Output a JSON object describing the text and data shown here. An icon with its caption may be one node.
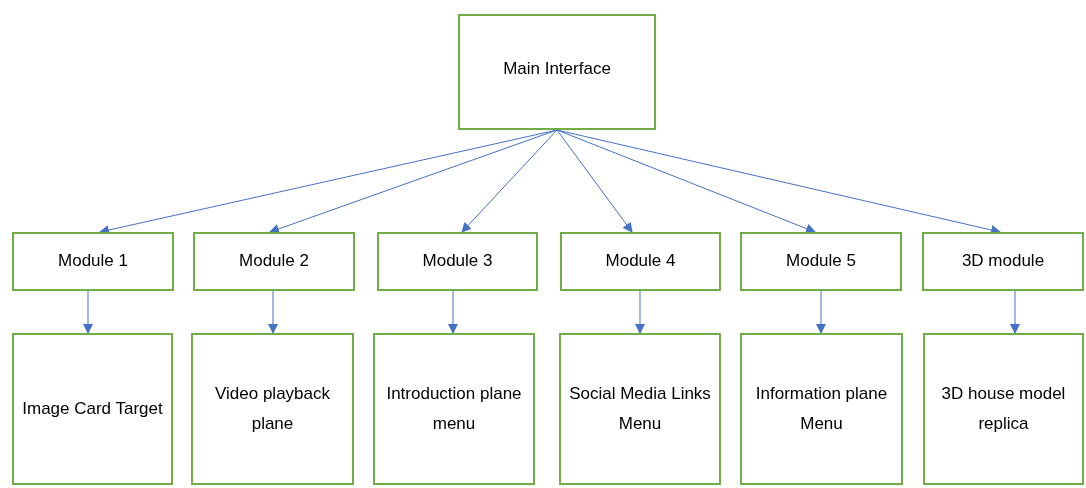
{
  "diagram": {
    "nodes": [
      {
        "text": [
          "Main Interface"
        ]
      },
      {
        "text": [
          "Module 1"
        ]
      },
      {
        "text": [
          "Module 2"
        ]
      },
      {
        "text": [
          "Module 3"
        ]
      },
      {
        "text": [
          "Module 4"
        ]
      },
      {
        "text": [
          "Module 5"
        ]
      },
      {
        "text": [
          "3D module"
        ]
      },
      {
        "text": [
          "Image Card Target"
        ]
      },
      {
        "text": [
          "Video playback plane"
        ]
      },
      {
        "text": [
          "Introduction plane menu"
        ]
      },
      {
        "text": [
          "Social Media Links Menu"
        ]
      },
      {
        "text": [
          "Information plane Menu"
        ]
      },
      {
        "text": [
          "3D house model replica"
        ]
      }
    ],
    "edges": [
      {
        "from": 0,
        "to": 1,
        "arrow": "to"
      },
      {
        "from": 0,
        "to": 2,
        "arrow": "to"
      },
      {
        "from": 0,
        "to": 3,
        "arrow": "to"
      },
      {
        "from": 0,
        "to": 4,
        "arrow": "to"
      },
      {
        "from": 0,
        "to": 5,
        "arrow": "to"
      },
      {
        "from": 0,
        "to": 6,
        "arrow": "to"
      },
      {
        "from": 1,
        "to": 7,
        "arrow": "to"
      },
      {
        "from": 2,
        "to": 8,
        "arrow": "to"
      },
      {
        "from": 3,
        "to": 9,
        "arrow": "to"
      },
      {
        "from": 4,
        "to": 10,
        "arrow": "to"
      },
      {
        "from": 5,
        "to": 11,
        "arrow": "to"
      },
      {
        "from": 6,
        "to": 12,
        "arrow": "to"
      }
    ]
  }
}
